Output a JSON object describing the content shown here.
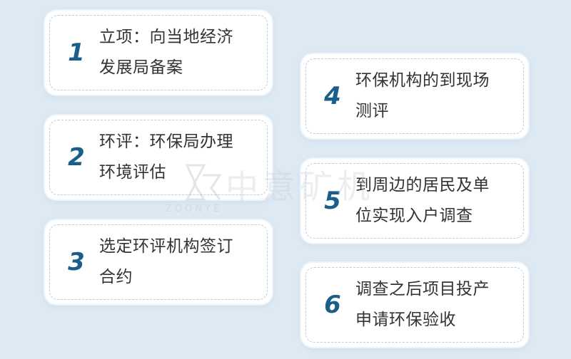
{
  "steps": [
    {
      "number": "1",
      "line1": "立项：向当地经济",
      "line2": "发展局备案"
    },
    {
      "number": "2",
      "line1": "环评：环保局办理",
      "line2": "环境评估"
    },
    {
      "number": "3",
      "line1": "选定环评机构签订",
      "line2": "合约"
    },
    {
      "number": "4",
      "line1": "环保机构的到现场",
      "line2": "测评"
    },
    {
      "number": "5",
      "line1": "到周边的居民及单",
      "line2": "位实现入户调查"
    },
    {
      "number": "6",
      "line1": "调查之后项目投产",
      "line2": "申请环保验收"
    }
  ],
  "watermark": {
    "brand_cn": "中意矿机",
    "brand_en": "ZOONYE"
  },
  "colors": {
    "background": "#dde9f3",
    "card": "#ffffff",
    "number": "#1b5e8a",
    "text": "#333333",
    "dashed_border": "#b7cfe0"
  }
}
